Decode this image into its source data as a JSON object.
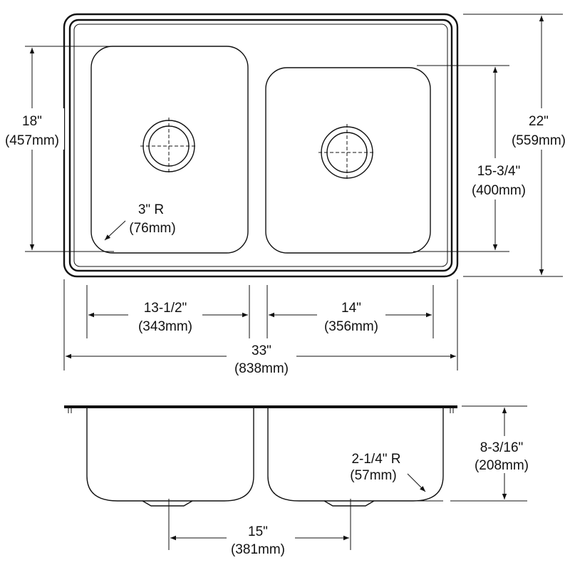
{
  "top_view": {
    "bowl_depth_left": {
      "imperial": "18\"",
      "metric": "(457mm)"
    },
    "overall_depth": {
      "imperial": "22\"",
      "metric": "(559mm)"
    },
    "bowl_depth_right": {
      "imperial": "15-3/4\"",
      "metric": "(400mm)"
    },
    "corner_radius": {
      "imperial": "3\" R",
      "metric": "(76mm)"
    },
    "bowl_width_left": {
      "imperial": "13-1/2\"",
      "metric": "(343mm)"
    },
    "bowl_width_right": {
      "imperial": "14\"",
      "metric": "(356mm)"
    },
    "overall_width": {
      "imperial": "33\"",
      "metric": "(838mm)"
    }
  },
  "side_view": {
    "bowl_height": {
      "imperial": "8-3/16\"",
      "metric": "(208mm)"
    },
    "bottom_radius": {
      "imperial": "2-1/4\" R",
      "metric": "(57mm)"
    },
    "drain_spacing": {
      "imperial": "15\"",
      "metric": "(381mm)"
    }
  }
}
